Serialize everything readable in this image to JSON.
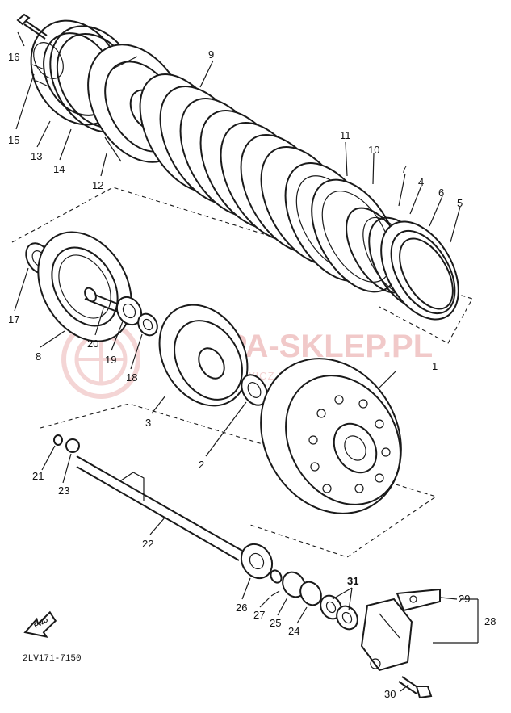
{
  "diagram": {
    "part_numbers": [
      "1",
      "2",
      "3",
      "4",
      "5",
      "6",
      "7",
      "8",
      "9",
      "10",
      "11",
      "12",
      "13",
      "14",
      "15",
      "16",
      "17",
      "18",
      "19",
      "20",
      "21",
      "22",
      "23",
      "24",
      "25",
      "26",
      "27",
      "28",
      "29",
      "30",
      "31"
    ],
    "drawing_code": "2LV171-7150",
    "forward_arrow_label": "FWD",
    "watermark": {
      "text": "ARPA-SKLEP.PL",
      "subtext": "ODBLOKOWICZ YAMAHA"
    }
  }
}
